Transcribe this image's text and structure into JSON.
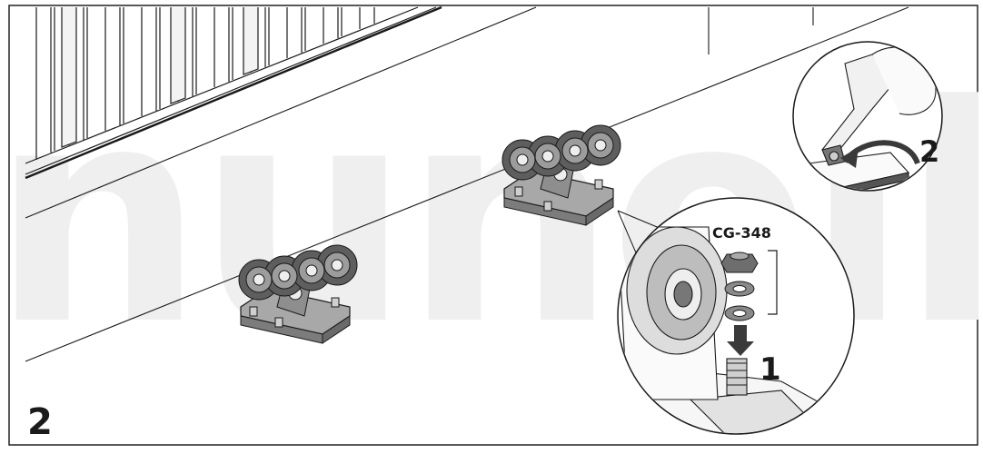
{
  "step_number": "2",
  "watermark": "nunello",
  "part_code": "CG-348",
  "callout_step_assemble": "1",
  "callout_step_tighten": "2",
  "colors": {
    "line": "#1a1a1a",
    "steel": "#9a9a9a",
    "steel_dark": "#5a5a5a",
    "steel_light": "#c8c8c8",
    "watermark": "#efefef",
    "arrow": "#3a3a3a"
  }
}
